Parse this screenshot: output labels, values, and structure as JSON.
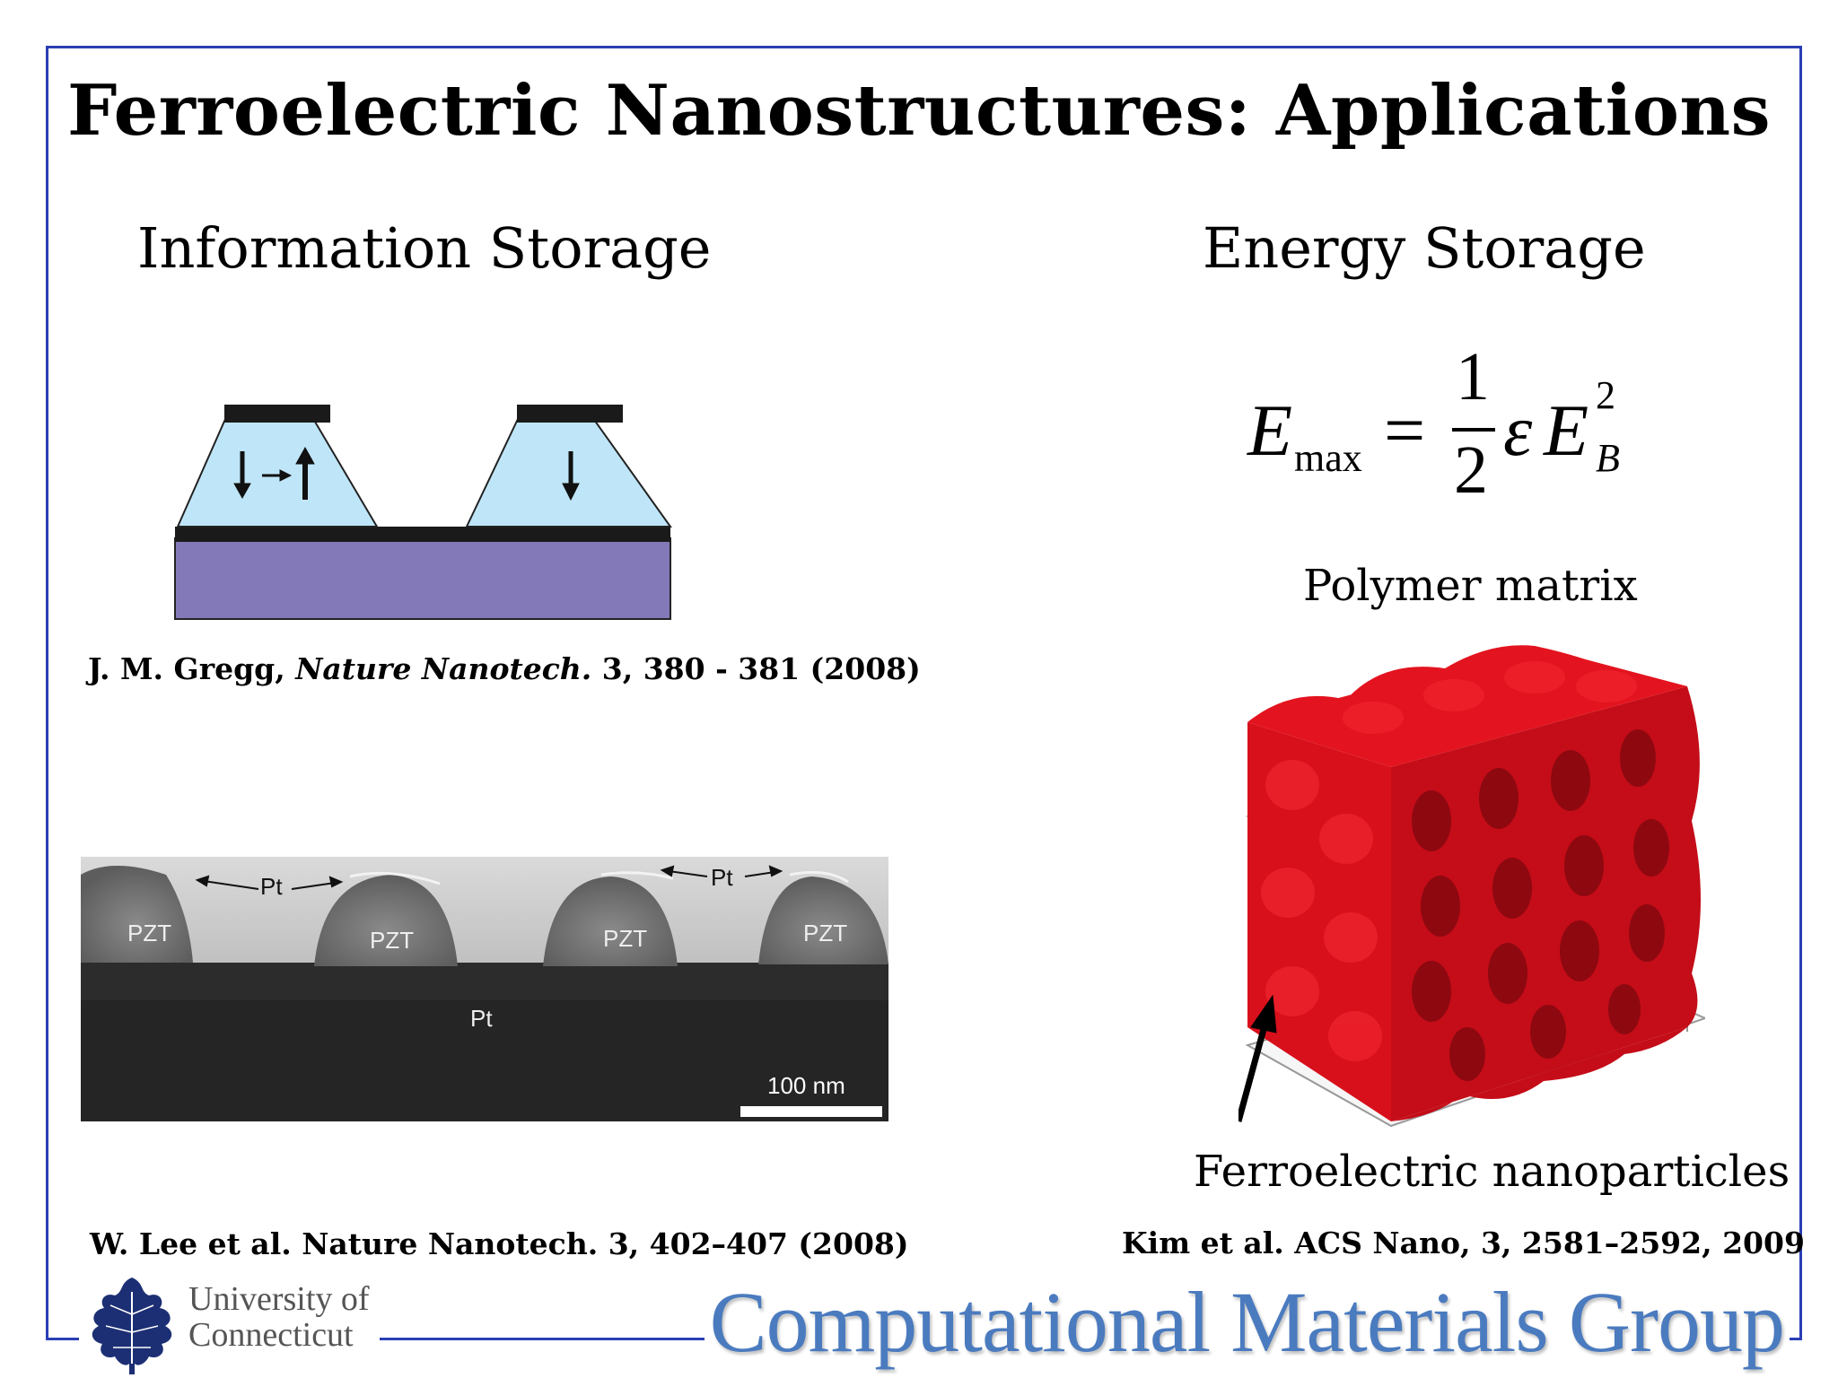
{
  "title": "Ferroelectric Nanostructures: Applications",
  "left": {
    "heading": "Information Storage",
    "citation1": {
      "authors": "J. M. Gregg,",
      "journal": "Nature Nanotech.",
      "rest": "3, 380 - 381 (2008)"
    },
    "tem": {
      "labels": [
        "PZT",
        "PZT",
        "PZT",
        "PZT",
        "Pt",
        "Pt",
        "Pt"
      ],
      "scale": "100 nm"
    },
    "citation2": "W. Lee et al. Nature Nanotech. 3, 402–407 (2008)"
  },
  "right": {
    "heading": "Energy Storage",
    "equation": {
      "lhs": "E",
      "lhs_sub": "max",
      "equals": "=",
      "num": "1",
      "den": "2",
      "eps": "ε",
      "rhs": "E",
      "rhs_sup": "2",
      "rhs_sub": "B"
    },
    "polymer_label": "Polymer matrix",
    "particle_label": "Ferroelectric nanoparticles",
    "citation": "Kim et al. ACS Nano, 3, 2581–2592, 2009"
  },
  "footer": {
    "uni_line1": "University of",
    "uni_line2": "Connecticut",
    "group": "Computational Materials Group"
  },
  "colors": {
    "frame": "#2b3fb5",
    "ferroelectric": "#bfe6f8",
    "substrate": "#8479b8",
    "particles": "#d8101c",
    "group_text": "#4b7bbf"
  }
}
